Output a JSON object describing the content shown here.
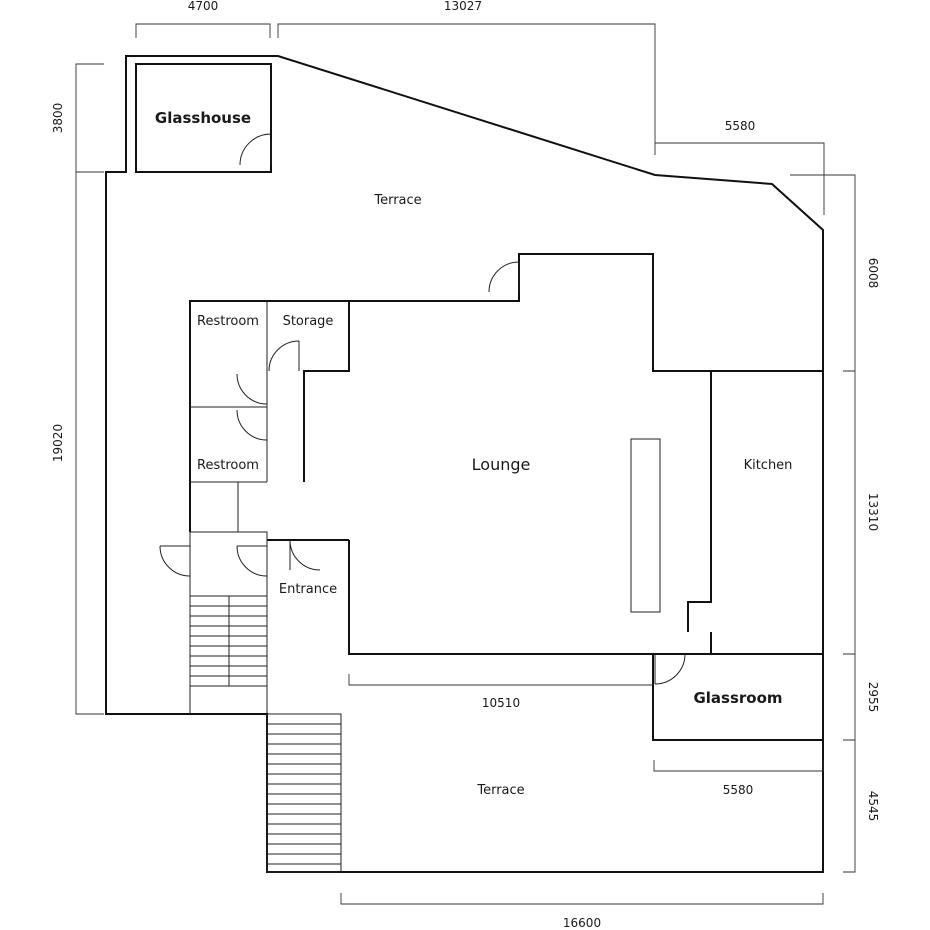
{
  "rooms": {
    "glasshouse": "Glasshouse",
    "terrace_top": "Terrace",
    "restroom_1": "Restroom",
    "storage": "Storage",
    "restroom_2": "Restroom",
    "lounge": "Lounge",
    "kitchen": "Kitchen",
    "entrance": "Entrance",
    "glassroom": "Glassroom",
    "terrace_bottom": "Terrace"
  },
  "dimensions": {
    "top_left": "4700",
    "top_middle": "13027",
    "upper_right_width": "5580",
    "left_top": "3800",
    "left_main": "19020",
    "right_top": "6008",
    "right_kitchen": "13310",
    "right_glassroom": "2955",
    "right_terrace": "4545",
    "lounge_bottom": "10510",
    "glassroom_bottom": "5580",
    "bottom_total": "16600"
  }
}
